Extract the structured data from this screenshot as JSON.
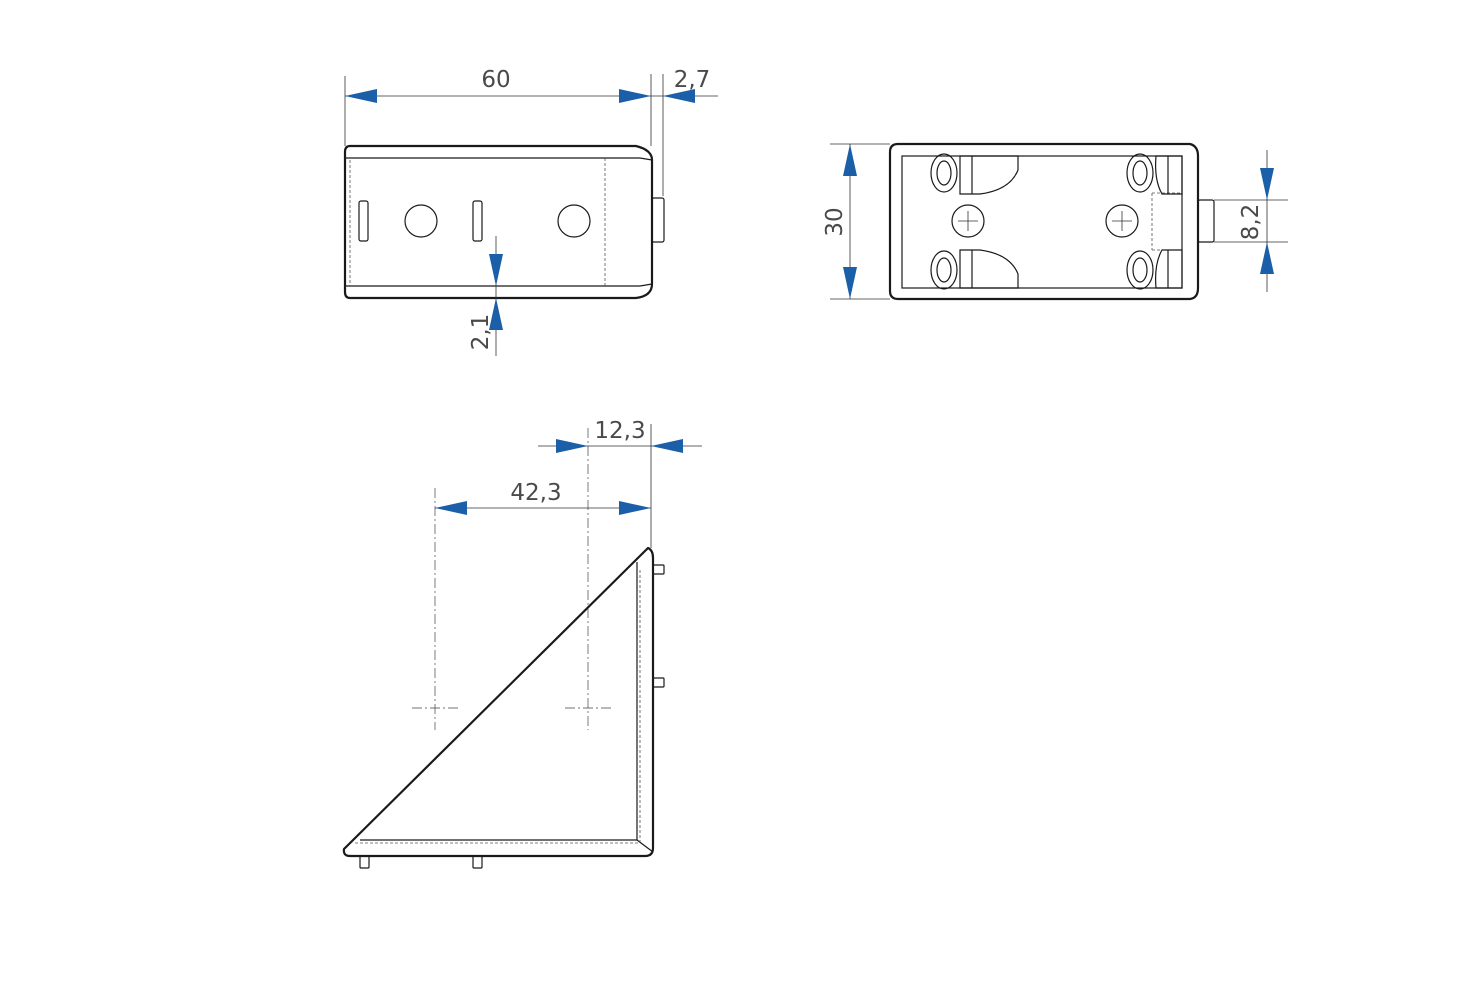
{
  "drawing": {
    "colors": {
      "line": "#1a1a1a",
      "arrow": "#1a5fa8",
      "text": "#4a4a4a"
    },
    "dimensions": {
      "front_width": "60",
      "front_offset": "2,7",
      "front_gap": "2,1",
      "side_height": "30",
      "side_pin": "8,2",
      "plan_pin_spacing": "42,3",
      "plan_edge_offset": "12,3"
    }
  }
}
